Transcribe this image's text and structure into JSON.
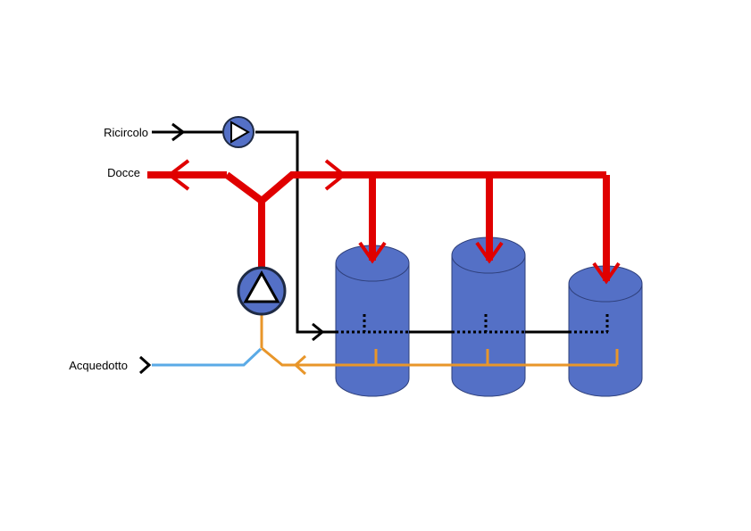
{
  "labels": {
    "ricircolo": "Ricircolo",
    "docce": "Docce",
    "acquedotto": "Acquedotto"
  },
  "colors": {
    "hot_water": "#e00000",
    "recirculation": "#000000",
    "cold_supply": "#5aaae6",
    "mixed_return": "#e8962a",
    "tank_fill": "#5470c6",
    "tank_stroke": "#2e3f7a",
    "pump_fill": "#5470c6",
    "pump_stroke": "#1e2a44"
  },
  "icons": {
    "main_pump": "pump-triangle-icon",
    "recirc_pump": "pump-triangle-icon",
    "tank": "cylinder-tank-icon"
  }
}
